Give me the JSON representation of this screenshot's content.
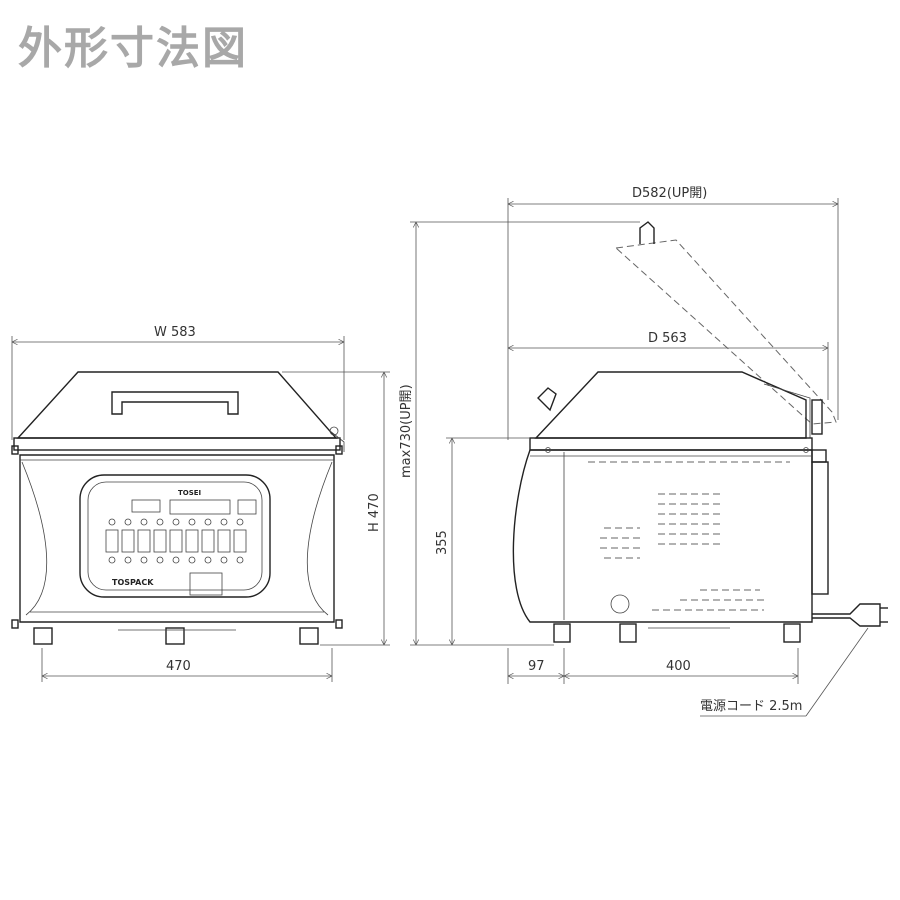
{
  "title": "外形寸法図",
  "front_view": {
    "width_label": "W 583",
    "height_label": "H 470",
    "base_label": "470",
    "brand_label": "TOSPACK",
    "logo_label": "TOSEI"
  },
  "side_view": {
    "depth_open_label": "D582(UP開)",
    "depth_label": "D 563",
    "max_height_label": "max730(UP開)",
    "body_height_label": "355",
    "offset_label": "97",
    "foot_span_label": "400",
    "cord_label": "電源コード 2.5m"
  }
}
